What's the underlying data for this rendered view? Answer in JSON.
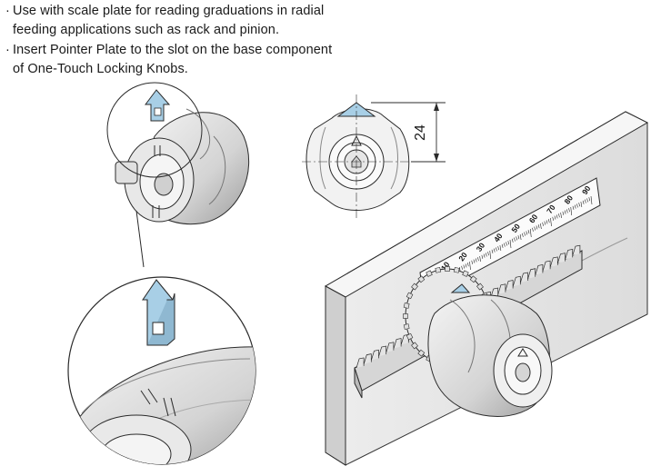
{
  "notes": [
    {
      "bullet": "·",
      "line1": "Use with scale plate for reading graduations in radial",
      "line2": "feeding applications such as rack and pinion."
    },
    {
      "bullet": "·",
      "line1": "Insert Pointer Plate to the slot on the base component",
      "line2": "of One-Touch Locking Knobs."
    }
  ],
  "dimension": {
    "value": "24"
  },
  "scale": {
    "ticks": [
      "10",
      "20",
      "30",
      "40",
      "50",
      "60",
      "70",
      "80",
      "90"
    ]
  },
  "colors": {
    "pointer": "#a8cfe6",
    "line": "#2b2b2b",
    "knob_shade": "#d9d9d9",
    "panel": "#e6e6e6"
  }
}
